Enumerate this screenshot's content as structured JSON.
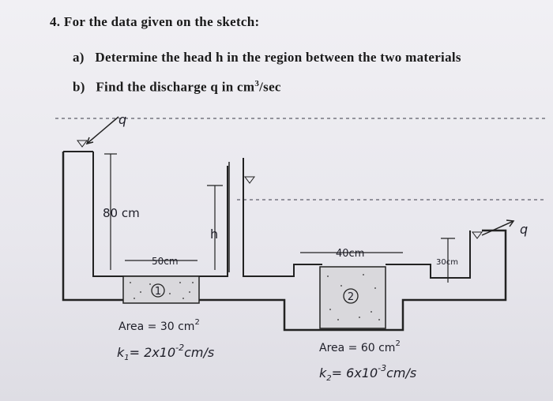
{
  "question": {
    "number_label": "4.",
    "title": "For the data given on the sketch:",
    "part_a_label": "a)",
    "part_a_text": "Determine the head h in the region between the two materials",
    "part_b_label": "b)",
    "part_b_text_pre": "Find the discharge q in cm",
    "part_b_exp": "3",
    "part_b_text_post": "/sec"
  },
  "sketch": {
    "flow_in_label": "q",
    "flow_out_label": "q",
    "height_80": "80 cm",
    "head_h": "h",
    "dist_50": "50cm",
    "dist_40": "40cm",
    "height_30": "30cm",
    "soil_1_number": "1",
    "soil_2_number": "2",
    "soil_1_area": "Area = 30 cm",
    "soil_1_area_exp": "2",
    "soil_1_k": "k",
    "soil_1_k_sub": "1",
    "soil_1_k_value": "= 2x10",
    "soil_1_k_exp": "-2",
    "soil_1_k_unit": "cm/s",
    "soil_2_area": "Area = 60 cm",
    "soil_2_area_exp": "2",
    "soil_2_k": "k",
    "soil_2_k_sub": "2",
    "soil_2_k_value": "= 6x10",
    "soil_2_k_exp": "-3",
    "soil_2_k_unit": "cm/s"
  }
}
